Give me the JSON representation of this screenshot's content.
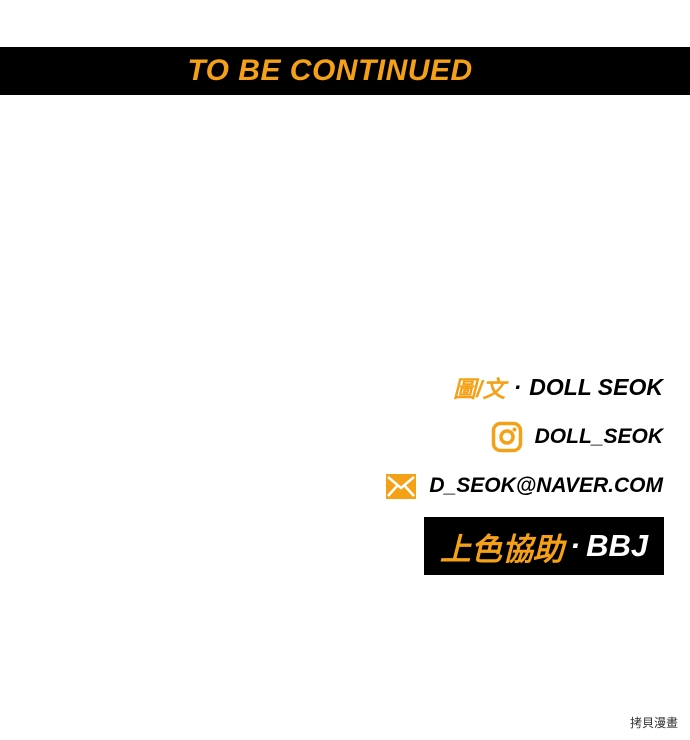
{
  "title_fragment": "NOT OVER",
  "banner": {
    "text": "TO BE CONTINUED"
  },
  "credits": {
    "author_role": "圖/文",
    "separator": "·",
    "author_name": "DOLL SEOK",
    "instagram_handle": "DOLL_SEOK",
    "email": "D_SEOK@NAVER.COM",
    "color_role": "上色協助",
    "color_name": "BBJ"
  },
  "icons": {
    "instagram": "instagram-icon",
    "mail": "mail-icon"
  },
  "colors": {
    "accent": "#f5a117",
    "dark": "#000000",
    "background": "#ffffff"
  },
  "watermark": "拷貝漫畫"
}
